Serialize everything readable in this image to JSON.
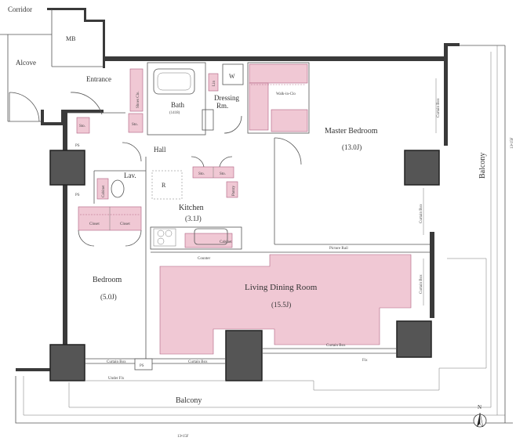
{
  "colors": {
    "wall": "#3a3a3a",
    "column": "#555555",
    "storage_fill": "#f0c8d4",
    "storage_stroke": "#b06080",
    "line": "#555555"
  },
  "rooms": {
    "corridor": "Corridor",
    "mb": "MB",
    "alcove": "Alcove",
    "entrance": "Entrance",
    "shoes_clo": "Shoes Clo.",
    "sto_entrance": "Sto.",
    "sto_hall": "Sto.",
    "bath": "Bath",
    "bath_size": "(1418)",
    "lin": "Lin",
    "w": "W",
    "dressing_1": "Dressing",
    "dressing_2": "Rm.",
    "walk_in": "Walk-in-Clo",
    "master_bedroom": "Master Bedroom",
    "master_bedroom_size": "(13.0J)",
    "hall": "Hall",
    "ps_upper": "PS",
    "ps_lower": "PS",
    "ps_bottom": "PS",
    "lav": "Lav.",
    "refrigerator": "R",
    "sto_kitchen_1": "Sto.",
    "sto_kitchen_2": "Sto.",
    "pantry": "Pantry",
    "kitchen": "Kitchen",
    "kitchen_size": "(3.1J)",
    "closet_1": "Closet",
    "closet_2": "Closet",
    "cabinet": "Cabinet",
    "counter": "Counter",
    "picture_rail": "Picture Rail",
    "bedroom": "Bedroom",
    "bedroom_size": "(5.0J)",
    "ldr": "Living Dining Room",
    "ldr_size": "(15.5J)",
    "curtain_box_1": "Curtain Box",
    "curtain_box_2": "Curtain Box",
    "curtain_box_3": "Curtain Box",
    "curtain_box_4": "Curtain Box",
    "curtain_box_5": "Curtain Box",
    "curtain_box_6": "Curtain Box",
    "under_fix": "Under Fix",
    "fix": "Fix",
    "balcony_bottom": "Balcony",
    "balcony_right": "Balcony",
    "floor_bottom": "13•15F",
    "floor_right": "13•15F",
    "north": "N"
  }
}
